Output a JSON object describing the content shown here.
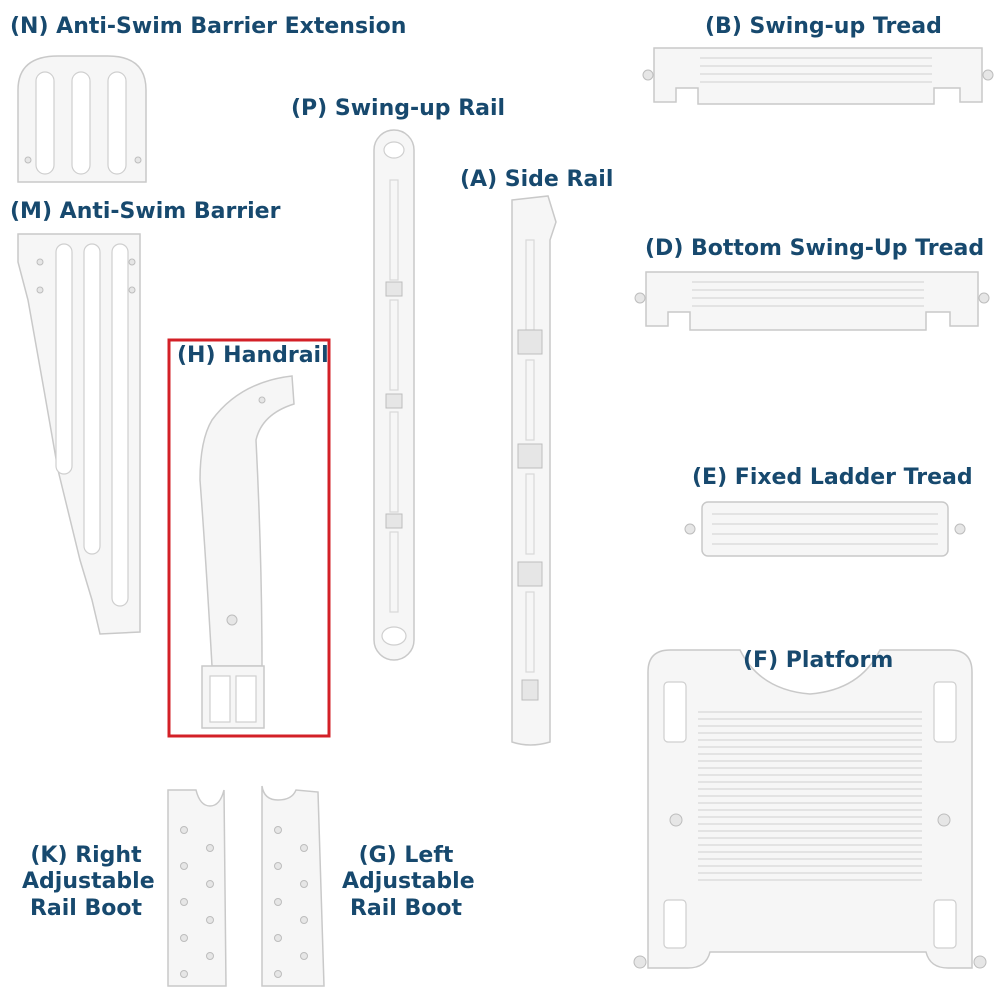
{
  "parts": {
    "n": {
      "label": "(N) Anti-Swim Barrier Extension"
    },
    "b": {
      "label": "(B) Swing-up Tread"
    },
    "p": {
      "label": "(P) Swing-up Rail"
    },
    "a": {
      "label": "(A) Side Rail"
    },
    "m": {
      "label": "(M) Anti-Swim Barrier"
    },
    "d": {
      "label": "(D) Bottom Swing-Up Tread"
    },
    "h": {
      "label": "(H) Handrail",
      "highlighted": true
    },
    "e": {
      "label": "(E) Fixed Ladder Tread"
    },
    "f": {
      "label": "(F) Platform"
    },
    "k": {
      "line1": "(K) Right",
      "line2": "Adjustable",
      "line3": "Rail Boot"
    },
    "g": {
      "line1": "(G) Left",
      "line2": "Adjustable",
      "line3": "Rail Boot"
    }
  },
  "colors": {
    "label": "#17496e",
    "highlight": "#d32027"
  }
}
